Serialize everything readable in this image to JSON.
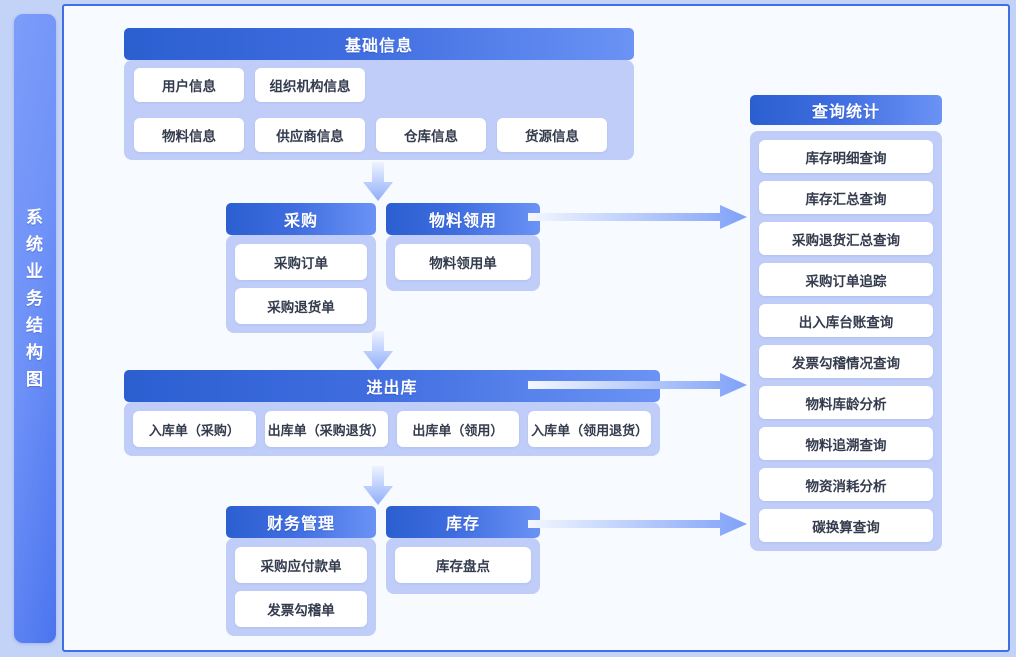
{
  "sidebar": {
    "title": "系统业务结构图"
  },
  "groups": {
    "basic": {
      "header": "基础信息",
      "row1": [
        "用户信息",
        "组织机构信息"
      ],
      "row2": [
        "物料信息",
        "供应商信息",
        "仓库信息",
        "货源信息"
      ]
    },
    "purchase": {
      "header": "采购",
      "items": [
        "采购订单",
        "采购退货单"
      ]
    },
    "material": {
      "header": "物料领用",
      "items": [
        "物料领用单"
      ]
    },
    "inout": {
      "header": "进出库",
      "items": [
        "入库单（采购）",
        "出库单（采购退货）",
        "出库单（领用）",
        "入库单（领用退货）"
      ]
    },
    "finance": {
      "header": "财务管理",
      "items": [
        "采购应付款单",
        "发票勾稽单"
      ]
    },
    "inventory": {
      "header": "库存",
      "items": [
        "库存盘点"
      ]
    },
    "query": {
      "header": "查询统计",
      "items": [
        "库存明细查询",
        "库存汇总查询",
        "采购退货汇总查询",
        "采购订单追踪",
        "出入库台账查询",
        "发票勾稽情况查询",
        "物料库龄分析",
        "物料追溯查询",
        "物资消耗分析",
        "碳换算查询"
      ]
    }
  },
  "colors": {
    "page_background": "#c3d2f7",
    "panel_background": "#f7fafe",
    "panel_border": "#3f6fe2",
    "header_gradient_start": "#2b5fd0",
    "header_gradient_end": "#6b93f5",
    "group_body": "#bfcdf8",
    "card_background": "#ffffff",
    "card_text": "#333b4d",
    "sidebar_gradient_start": "#7d9dfa",
    "sidebar_gradient_end": "#4b74ee",
    "arrow": "#8fadfa"
  }
}
